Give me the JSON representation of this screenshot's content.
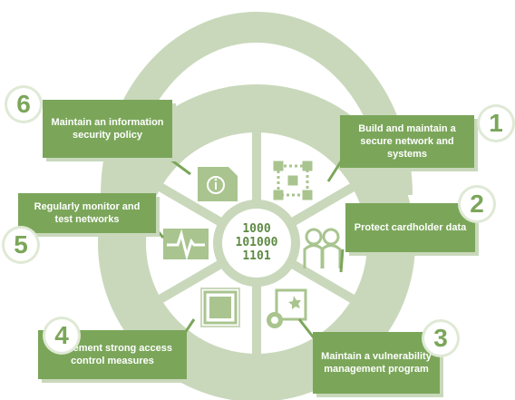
{
  "steps": [
    {
      "number": "1",
      "label": "Build and maintain a secure network and systems",
      "icon": "network-grid-icon"
    },
    {
      "number": "2",
      "label": "Protect cardholder data",
      "icon": "cardholders-icon"
    },
    {
      "number": "3",
      "label": "Maintain a vulnerability management program",
      "icon": "vulnerability-icon"
    },
    {
      "number": "4",
      "label": "Implement strong access control measures",
      "icon": "access-control-icon"
    },
    {
      "number": "5",
      "label": "Regularly monitor and test networks",
      "icon": "monitor-pulse-icon"
    },
    {
      "number": "6",
      "label": "Maintain an information security policy",
      "icon": "info-document-icon"
    }
  ],
  "center": {
    "binary_lines": [
      "1000",
      "101000",
      "1101"
    ],
    "icon": "binary-data-icon"
  },
  "colors": {
    "primary": "#7ba65a",
    "light": "#c9d8bb",
    "pale": "#dfe9d5",
    "background": "#ffffff"
  }
}
